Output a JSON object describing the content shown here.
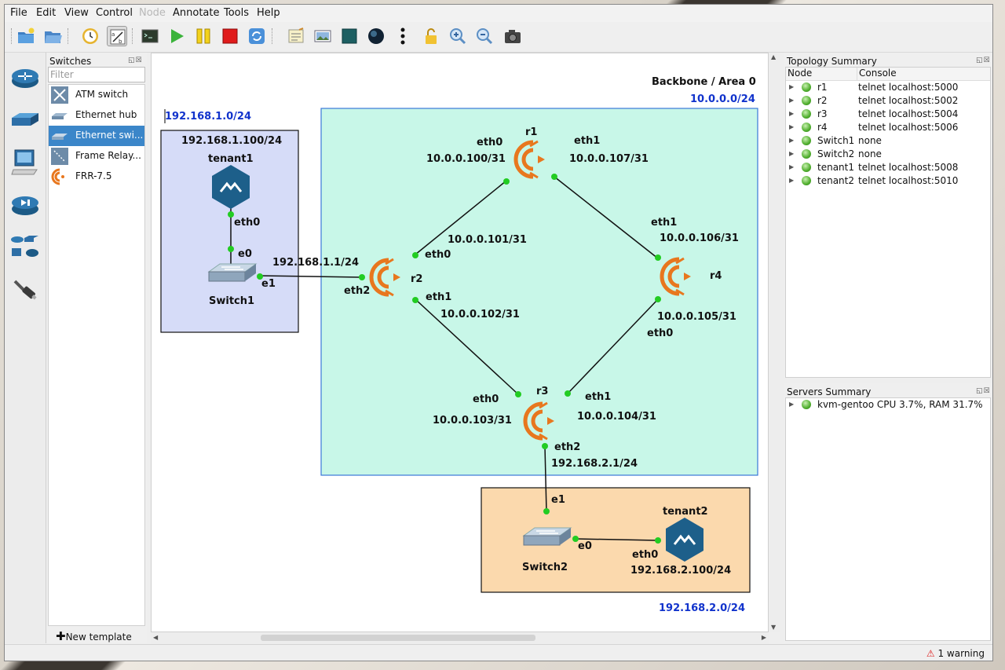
{
  "menu": {
    "items": [
      "File",
      "Edit",
      "View",
      "Control",
      "Node",
      "Annotate",
      "Tools",
      "Help"
    ]
  },
  "switches_dock": {
    "title": "Switches",
    "filter_placeholder": "Filter",
    "items": [
      {
        "label": "ATM switch",
        "icon": "atm-switch-icon"
      },
      {
        "label": "Ethernet hub",
        "icon": "ethernet-hub-icon"
      },
      {
        "label": "Ethernet swi...",
        "icon": "ethernet-switch-icon",
        "selected": true
      },
      {
        "label": "Frame Relay...",
        "icon": "frame-relay-icon"
      },
      {
        "label": "FRR-7.5",
        "icon": "frr-icon"
      }
    ],
    "new_template": "New template"
  },
  "canvas": {
    "areas": {
      "backbone_title": "Backbone / Area 0",
      "backbone_net": "10.0.0.0/24",
      "left_net": "192.168.1.0/24",
      "bottom_net": "192.168.2.0/24"
    },
    "nodes": {
      "r1": "r1",
      "r2": "r2",
      "r3": "r3",
      "r4": "r4",
      "tenant1": "tenant1",
      "tenant2": "tenant2",
      "switch1": "Switch1",
      "switch2": "Switch2"
    },
    "labels": {
      "tenant1_ip": "192.168.1.100/24",
      "tenant1_eth0": "eth0",
      "switch1_e0": "e0",
      "switch1_e1": "e1",
      "r2_eth2_ip": "192.168.1.1/24",
      "r2_eth2": "eth2",
      "r2_eth0": "eth0",
      "r2_eth0_ip": "10.0.0.101/31",
      "r2_eth1": "eth1",
      "r2_eth1_ip": "10.0.0.102/31",
      "r1_eth0": "eth0",
      "r1_eth0_ip": "10.0.0.100/31",
      "r1_eth1": "eth1",
      "r1_eth1_ip": "10.0.0.107/31",
      "r4_eth1": "eth1",
      "r4_eth1_ip": "10.0.0.106/31",
      "r4_eth0_ip": "10.0.0.105/31",
      "r4_eth0": "eth0",
      "r3_eth0": "eth0",
      "r3_eth0_ip": "10.0.0.103/31",
      "r3_eth1": "eth1",
      "r3_eth1_ip": "10.0.0.104/31",
      "r3_eth2": "eth2",
      "r3_eth2_ip": "192.168.2.1/24",
      "switch2_e1": "e1",
      "switch2_e0": "e0",
      "tenant2_eth0": "eth0",
      "tenant2_ip": "192.168.2.100/24"
    }
  },
  "topology_summary": {
    "title": "Topology Summary",
    "headers": [
      "Node",
      "Console"
    ],
    "rows": [
      {
        "node": "r1",
        "console": "telnet localhost:5000"
      },
      {
        "node": "r2",
        "console": "telnet localhost:5002"
      },
      {
        "node": "r3",
        "console": "telnet localhost:5004"
      },
      {
        "node": "r4",
        "console": "telnet localhost:5006"
      },
      {
        "node": "Switch1",
        "console": "none"
      },
      {
        "node": "Switch2",
        "console": "none"
      },
      {
        "node": "tenant1",
        "console": "telnet localhost:5008"
      },
      {
        "node": "tenant2",
        "console": "telnet localhost:5010"
      }
    ]
  },
  "servers_summary": {
    "title": "Servers Summary",
    "rows": [
      {
        "text": "kvm-gentoo CPU 3.7%, RAM 31.7%"
      }
    ]
  },
  "status": {
    "warning": "1 warning"
  },
  "colors": {
    "accent": "#3b86c9",
    "frr_orange": "#e8771e",
    "link_dot": "#22cc22",
    "net_label": "#1133cc"
  }
}
